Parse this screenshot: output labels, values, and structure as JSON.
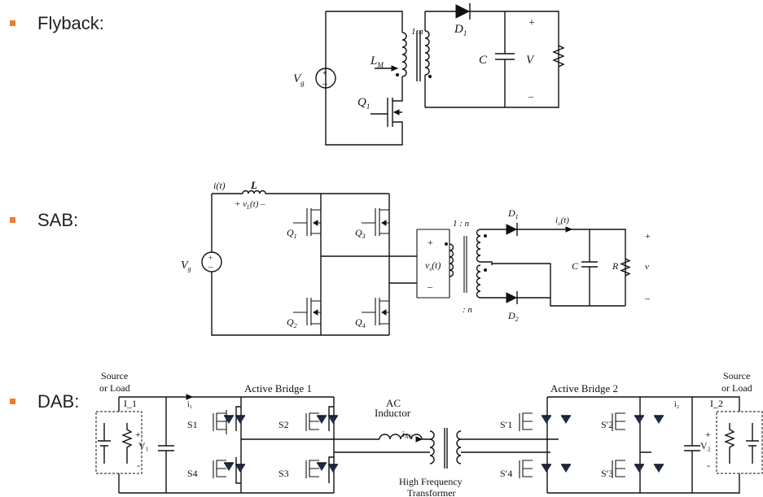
{
  "bullets": [
    {
      "label": "Flyback:"
    },
    {
      "label": "SAB:"
    },
    {
      "label": "DAB:"
    }
  ],
  "colors": {
    "bullet": "#ED7D31",
    "wire": "#111111",
    "diode_fill": "#1f2a44"
  },
  "flyback": {
    "ratio": "1:n",
    "vg": "V",
    "vg_sub": "g",
    "lm": "L",
    "lm_sub": "M",
    "q1": "Q",
    "q1_sub": "1",
    "d1": "D",
    "d1_sub": "1",
    "cap": "C",
    "vout": "V",
    "plus": "+",
    "minus": "–"
  },
  "sab": {
    "current": "i(t)",
    "inductor": "L",
    "vl": "+  v",
    "vl_sub": "L",
    "vl_tail": "(t)  –",
    "vg": "V",
    "vg_sub": "g",
    "q1": "Q",
    "q1_sub": "1",
    "q2": "Q",
    "q2_sub": "2",
    "q3": "Q",
    "q3_sub": "3",
    "q4": "Q",
    "q4_sub": "4",
    "vs_plus": "+",
    "vs": "v",
    "vs_sub": "s",
    "vs_tail": "(t)",
    "vs_minus": "–",
    "ratio_top": "1  :  n",
    "ratio_bot": ":  n",
    "d1": "D",
    "d1_sub": "1",
    "d2": "D",
    "d2_sub": "2",
    "io": "i",
    "io_sub": "o",
    "io_tail": "(t)",
    "cap": "C",
    "res": "R",
    "vout": "v",
    "plus": "+",
    "minus": "–"
  },
  "dab": {
    "source_left_1": "Source",
    "source_left_2": "or Load",
    "source_right_1": "Source",
    "source_right_2": "or Load",
    "i_1": "I_1",
    "i1": "i₁",
    "v1": "V₁",
    "bridge1": "Active Bridge 1",
    "bridge2": "Active Bridge 2",
    "s1": "S1",
    "s2": "S2",
    "s3": "S3",
    "s4": "S4",
    "ac1": "AC",
    "ac2": "Inductor",
    "iac": "i",
    "iac_sub": "AC",
    "hf1": "High Frequency",
    "hf2": "Transformer",
    "sp1": "S′1",
    "sp2": "S′2",
    "sp3": "S′3",
    "sp4": "S′4",
    "i2": "i₂",
    "i_2": "I_2",
    "v2": "V₂",
    "plus": "+",
    "minus": "-"
  }
}
